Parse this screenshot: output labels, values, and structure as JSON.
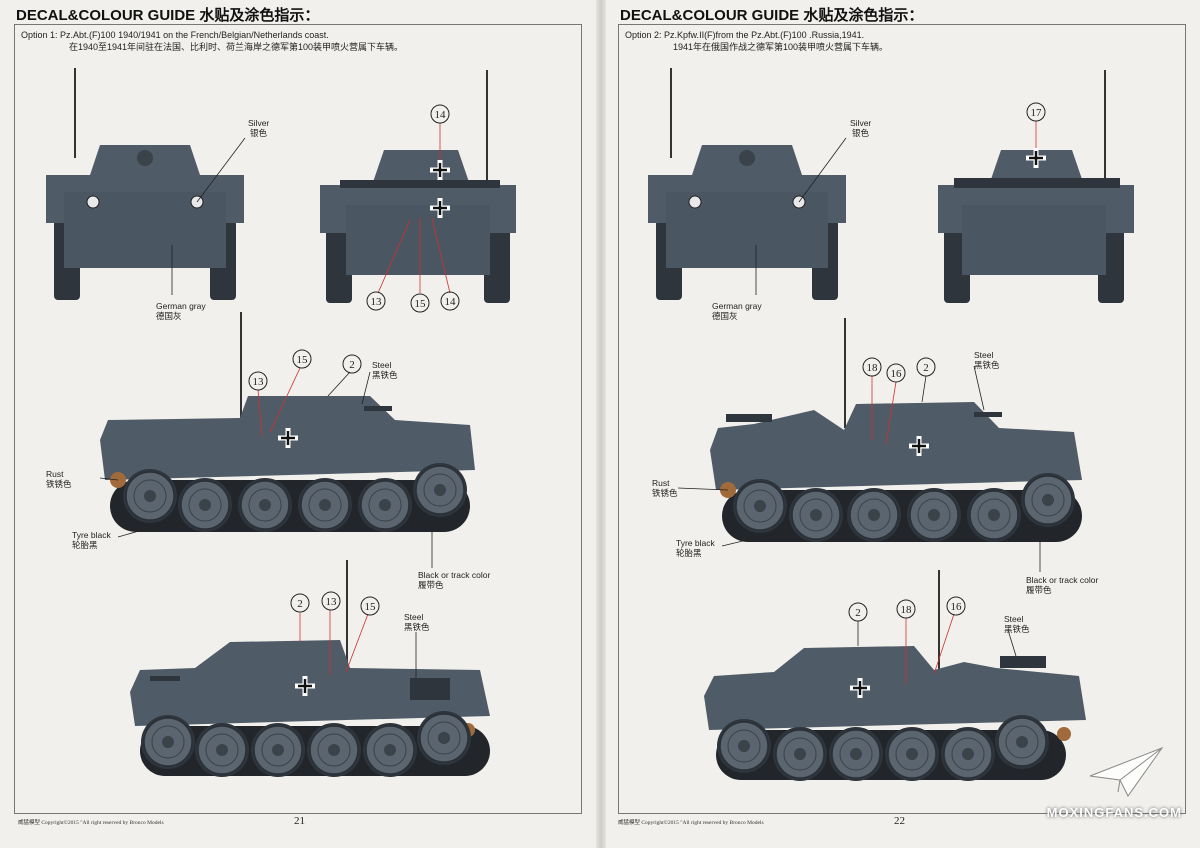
{
  "pages": {
    "left": {
      "title": "DECAL&COLOUR GUIDE 水贴及涂色指示：",
      "option_label": "Option 1:",
      "option_line1": "Pz.Abt.(F)100 1940/1941 on the French/Belgian/Netherlands coast.",
      "option_line2": "在1940至1941年间驻在法国、比利时、荷兰海岸之德军第100装甲喷火营属下车辆。",
      "labels": {
        "silver_en": "Silver",
        "silver_cn": "银色",
        "gray_en": "German gray",
        "gray_cn": "德国灰",
        "steel1_en": "Steel",
        "steel1_cn": "黑铁色",
        "rust_en": "Rust",
        "rust_cn": "铁锈色",
        "tyre_en": "Tyre black",
        "tyre_cn": "轮胎黑",
        "track_en": "Black or track color",
        "track_cn": "履带色",
        "steel2_en": "Steel",
        "steel2_cn": "黑铁色"
      },
      "callouts": {
        "rear_top": "14",
        "rear_left": "13",
        "rear_mid": "15",
        "rear_right": "14",
        "side1_a": "13",
        "side1_b": "15",
        "side1_c": "2",
        "side2_a": "2",
        "side2_b": "13",
        "side2_c": "15"
      },
      "footer": "威猛模型   Copyright©2015  \"All right reserved by Bronco Models",
      "page_number": "21"
    },
    "right": {
      "title": "DECAL&COLOUR GUIDE 水贴及涂色指示：",
      "option_label": "Option 2:",
      "option_line1": "Pz.Kpfw.II(F)from the Pz.Abt.(F)100 .Russia,1941.",
      "option_line2": "1941年在俄国作战之德军第100装甲喷火营属下车辆。",
      "labels": {
        "silver_en": "Silver",
        "silver_cn": "银色",
        "gray_en": "German gray",
        "gray_cn": "德国灰",
        "steel1_en": "Steel",
        "steel1_cn": "黑铁色",
        "rust_en": "Rust",
        "rust_cn": "铁锈色",
        "tyre_en": "Tyre black",
        "tyre_cn": "轮胎黑",
        "track_en": "Black or track color",
        "track_cn": "履带色",
        "steel2_en": "Steel",
        "steel2_cn": "黑铁色"
      },
      "callouts": {
        "rear_top": "17",
        "side1_a": "18",
        "side1_b": "16",
        "side1_c": "2",
        "side2_a": "2",
        "side2_b": "18",
        "side2_c": "16"
      },
      "footer": "威猛模型   Copyright©2015  \"All right reserved by Bronco Models",
      "page_number": "22"
    }
  },
  "watermark": "MOXINGFANS.COM",
  "colors": {
    "german_gray": "#4f5b66",
    "dark_gray": "#2e353c",
    "track": "#22262a",
    "wheel": "#5a656f",
    "rust": "#a06a3a",
    "silver": "#e8e8e8",
    "callout_red": "#d0312d"
  }
}
